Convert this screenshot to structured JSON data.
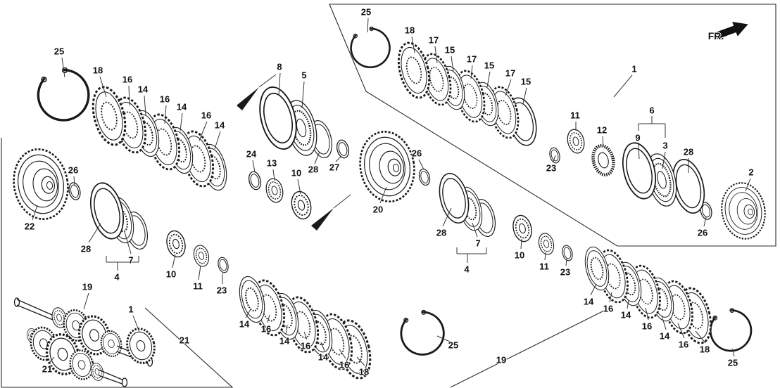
{
  "diagram_type": "exploded-parts-diagram",
  "fr_label": "FR.",
  "colors": {
    "line": "#1a1a1a",
    "background": "#ffffff"
  },
  "labels": [
    "25",
    "18",
    "17",
    "15",
    "17",
    "15",
    "17",
    "15",
    "1",
    "25",
    "18",
    "16",
    "14",
    "16",
    "14",
    "16",
    "14",
    "8",
    "5",
    "24",
    "13",
    "10",
    "28",
    "27",
    "20",
    "26",
    "11",
    "12",
    "23",
    "6",
    "9",
    "3",
    "28",
    "2",
    "26",
    "28",
    "7",
    "4",
    "10",
    "11",
    "23",
    "26",
    "22",
    "28",
    "7",
    "4",
    "10",
    "11",
    "23",
    "19",
    "1",
    "21",
    "21",
    "14",
    "16",
    "14",
    "16",
    "14",
    "16",
    "18",
    "25",
    "19",
    "14",
    "16",
    "14",
    "16",
    "14",
    "16",
    "18",
    "25"
  ]
}
